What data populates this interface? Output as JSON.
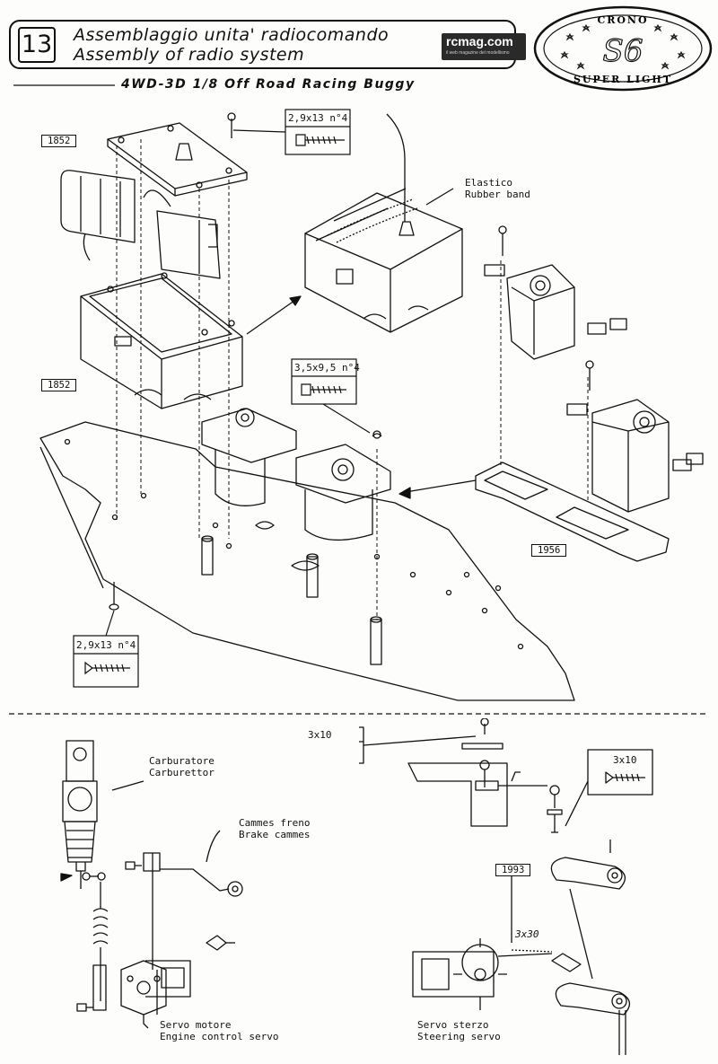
{
  "header": {
    "page_number": "13",
    "title_it": "Assemblaggio unita' radiocomando",
    "title_en": "Assembly of radio system",
    "subtitle": "4WD-3D 1/8 Off Road Racing Buggy"
  },
  "brand": {
    "site": "rcmag.com",
    "tagline": "il web magazine del modellismo"
  },
  "logo": {
    "top_text": "CRONO",
    "center_text": "S6",
    "bottom_text": "SUPER LIGHT"
  },
  "upper_diagram": {
    "parts": {
      "box_lid": "1852",
      "box_body": "1852",
      "servo_plate": "1956"
    },
    "screws": {
      "lid_screw": "2,9x13 n°4",
      "servo_screw": "3,5x9,5 n°4",
      "base_screw": "2,9x13 n°4"
    },
    "rubber_band_it": "Elastico",
    "rubber_band_en": "Rubber band"
  },
  "lower_left": {
    "carb_it": "Carburatore",
    "carb_en": "Carburettor",
    "brake_it": "Cammes freno",
    "brake_en": "Brake cammes",
    "servo_it": "Servo motore",
    "servo_en": "Engine control servo"
  },
  "lower_right": {
    "screw_a": "3x10",
    "screw_b": "3x10",
    "part": "1993",
    "rod": "3x30",
    "servo_it": "Servo sterzo",
    "servo_en": "Steering servo"
  }
}
